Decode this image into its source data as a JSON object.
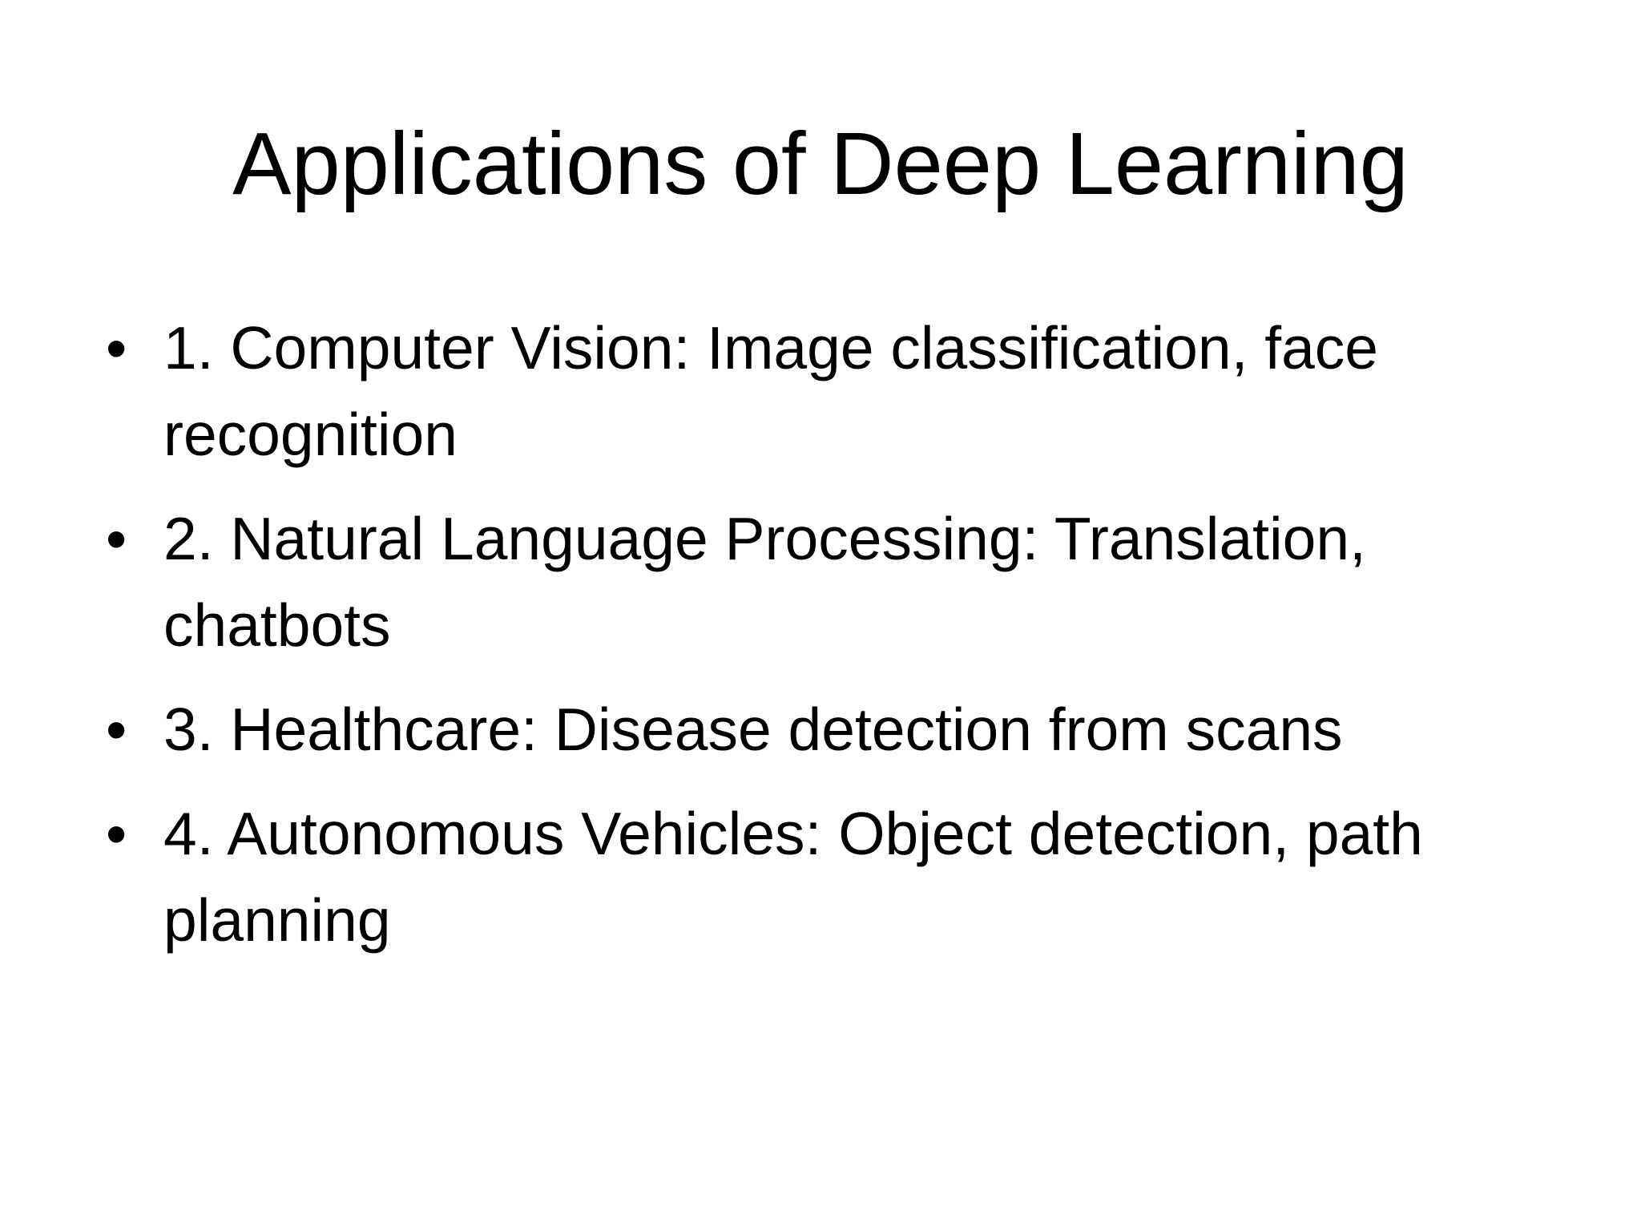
{
  "slide": {
    "title": "Applications of Deep Learning",
    "bullet_symbol": "•",
    "bullets": [
      "1. Computer Vision: Image classification, face recognition",
      "2. Natural Language Processing: Translation, chatbots",
      "3. Healthcare: Disease detection from scans",
      "4. Autonomous Vehicles: Object detection, path planning"
    ]
  },
  "colors": {
    "background": "#ffffff",
    "text": "#000000"
  }
}
